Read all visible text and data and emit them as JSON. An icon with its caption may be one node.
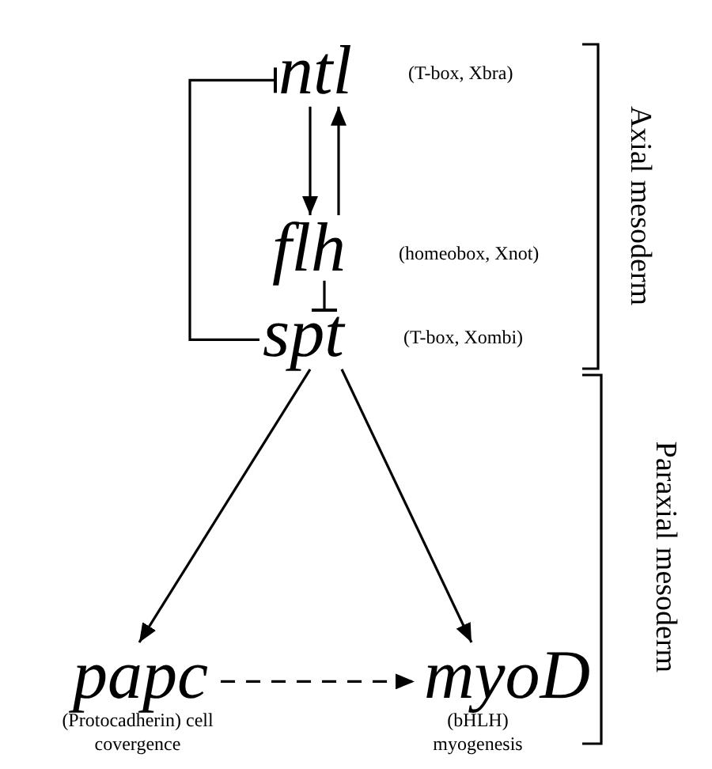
{
  "diagram": {
    "nodes": [
      {
        "text": [
          "ntl"
        ],
        "beside": [
          "(T-box, Xbra)"
        ]
      },
      {
        "text": [
          "flh"
        ],
        "beside": [
          "(homeobox, Xnot)"
        ]
      },
      {
        "text": [
          "spt"
        ],
        "beside": [
          "(T-box, Xombi)"
        ]
      },
      {
        "text": [
          "papc"
        ],
        "beside": [
          "(Protocadherin) cell covergence"
        ]
      },
      {
        "text": [
          "myoD"
        ],
        "beside": [
          "(bHLH) myogenesis"
        ]
      }
    ],
    "edges": [
      {
        "from": 0,
        "to": 1,
        "arrow": "to"
      },
      {
        "from": 1,
        "to": 0,
        "arrow": "to"
      },
      {
        "from": 1,
        "to": 2,
        "arrow": "other"
      },
      {
        "from": 2,
        "to": 0,
        "arrow": "other"
      },
      {
        "from": 2,
        "to": 3,
        "arrow": "to"
      },
      {
        "from": 2,
        "to": 4,
        "arrow": "to"
      },
      {
        "from": 3,
        "to": 4,
        "arrow": "to",
        "style": "dashed"
      }
    ],
    "labels": [
      "Axial mesoderm",
      "Paraxial mesoderm"
    ]
  }
}
